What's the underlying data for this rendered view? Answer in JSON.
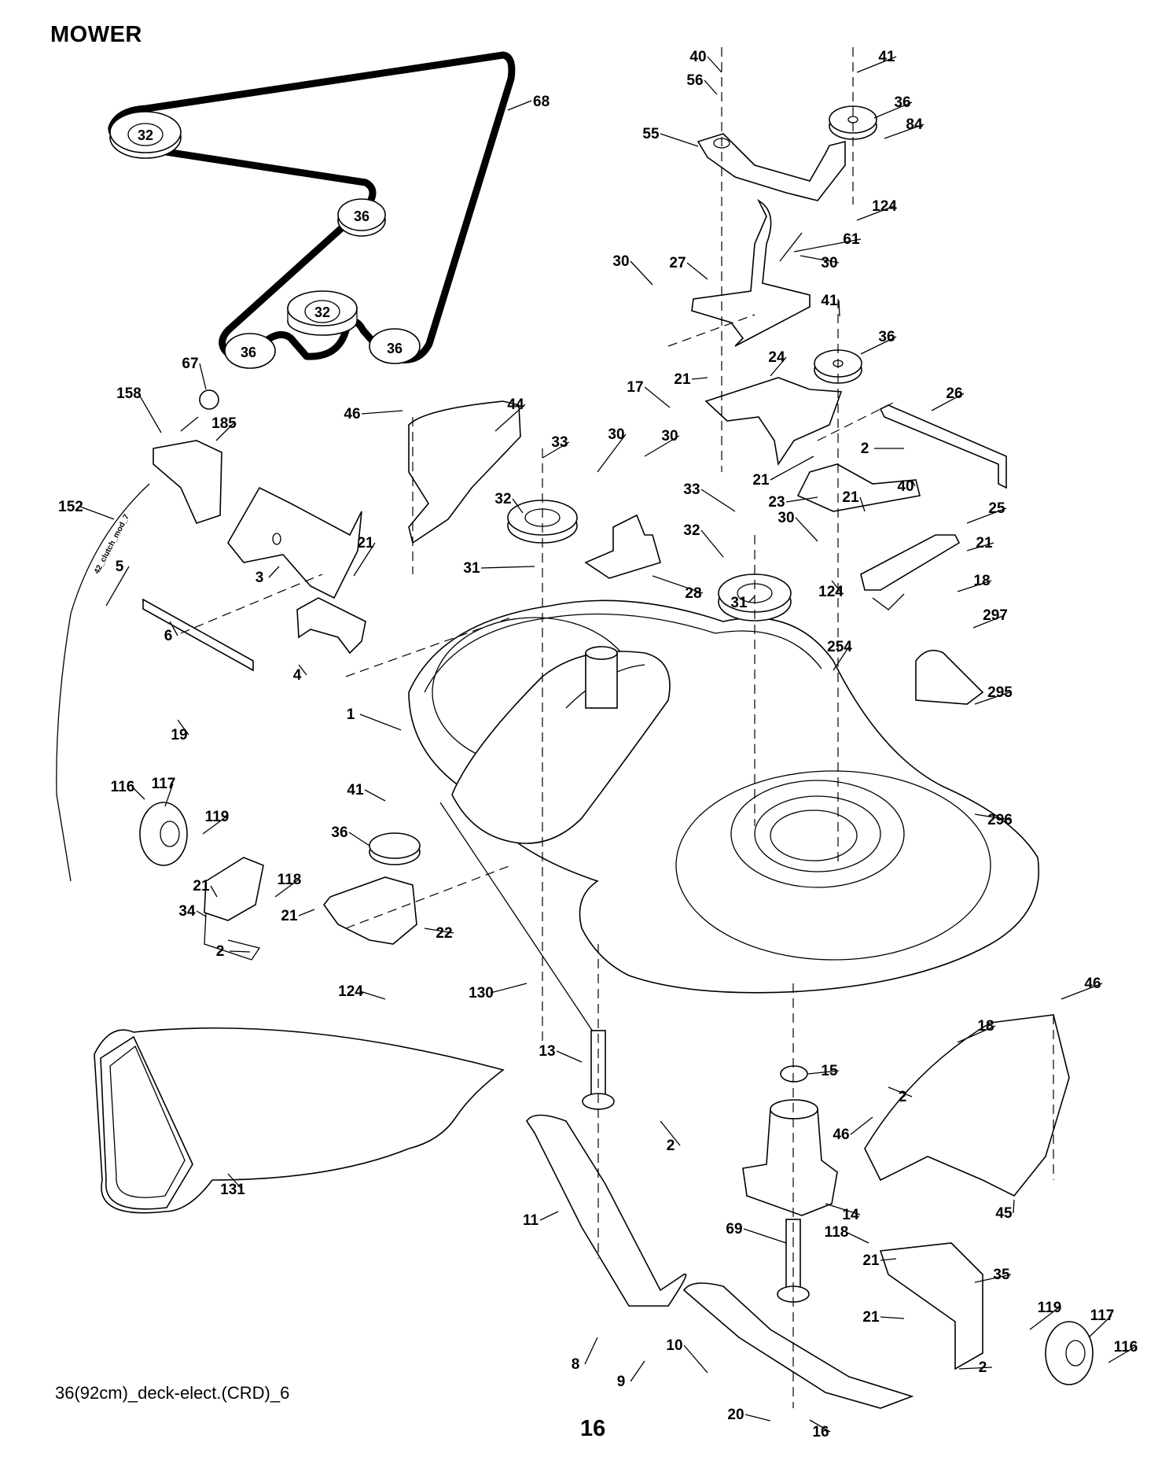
{
  "header": {
    "title": "MOWER"
  },
  "footer": {
    "drawing_code": "36(92cm)_deck-elect.(CRD)_6",
    "page_number": "16"
  },
  "cable_annotation": "42_clutch_mod_7",
  "belt_diagram": {
    "belt_label": "68",
    "pulleys": [
      {
        "id": "belt-pulley-1",
        "label": "32"
      },
      {
        "id": "belt-pulley-2",
        "label": "36"
      },
      {
        "id": "belt-pulley-3",
        "label": "32"
      },
      {
        "id": "belt-pulley-4",
        "label": "36"
      },
      {
        "id": "belt-pulley-5",
        "label": "36"
      }
    ]
  },
  "callouts": [
    {
      "n": "40"
    },
    {
      "n": "41"
    },
    {
      "n": "56"
    },
    {
      "n": "36"
    },
    {
      "n": "55"
    },
    {
      "n": "84"
    },
    {
      "n": "124"
    },
    {
      "n": "61"
    },
    {
      "n": "30"
    },
    {
      "n": "27"
    },
    {
      "n": "30"
    },
    {
      "n": "41"
    },
    {
      "n": "36"
    },
    {
      "n": "67"
    },
    {
      "n": "158"
    },
    {
      "n": "185"
    },
    {
      "n": "46"
    },
    {
      "n": "44"
    },
    {
      "n": "17"
    },
    {
      "n": "21"
    },
    {
      "n": "24"
    },
    {
      "n": "26"
    },
    {
      "n": "33"
    },
    {
      "n": "30"
    },
    {
      "n": "30"
    },
    {
      "n": "2"
    },
    {
      "n": "21"
    },
    {
      "n": "40"
    },
    {
      "n": "152"
    },
    {
      "n": "32"
    },
    {
      "n": "23"
    },
    {
      "n": "33"
    },
    {
      "n": "21"
    },
    {
      "n": "25"
    },
    {
      "n": "3"
    },
    {
      "n": "21"
    },
    {
      "n": "28"
    },
    {
      "n": "32"
    },
    {
      "n": "30"
    },
    {
      "n": "21"
    },
    {
      "n": "5"
    },
    {
      "n": "31"
    },
    {
      "n": "18"
    },
    {
      "n": "31"
    },
    {
      "n": "124"
    },
    {
      "n": "297"
    },
    {
      "n": "6"
    },
    {
      "n": "4"
    },
    {
      "n": "254"
    },
    {
      "n": "295"
    },
    {
      "n": "19"
    },
    {
      "n": "1"
    },
    {
      "n": "116"
    },
    {
      "n": "117"
    },
    {
      "n": "41"
    },
    {
      "n": "296"
    },
    {
      "n": "119"
    },
    {
      "n": "36"
    },
    {
      "n": "21"
    },
    {
      "n": "118"
    },
    {
      "n": "34"
    },
    {
      "n": "21"
    },
    {
      "n": "22"
    },
    {
      "n": "2"
    },
    {
      "n": "124"
    },
    {
      "n": "130"
    },
    {
      "n": "46"
    },
    {
      "n": "13"
    },
    {
      "n": "18"
    },
    {
      "n": "15"
    },
    {
      "n": "2"
    },
    {
      "n": "2"
    },
    {
      "n": "46"
    },
    {
      "n": "131"
    },
    {
      "n": "11"
    },
    {
      "n": "14"
    },
    {
      "n": "45"
    },
    {
      "n": "69"
    },
    {
      "n": "118"
    },
    {
      "n": "21"
    },
    {
      "n": "35"
    },
    {
      "n": "21"
    },
    {
      "n": "119"
    },
    {
      "n": "117"
    },
    {
      "n": "116"
    },
    {
      "n": "8"
    },
    {
      "n": "10"
    },
    {
      "n": "9"
    },
    {
      "n": "2"
    },
    {
      "n": "20"
    },
    {
      "n": "16"
    }
  ]
}
